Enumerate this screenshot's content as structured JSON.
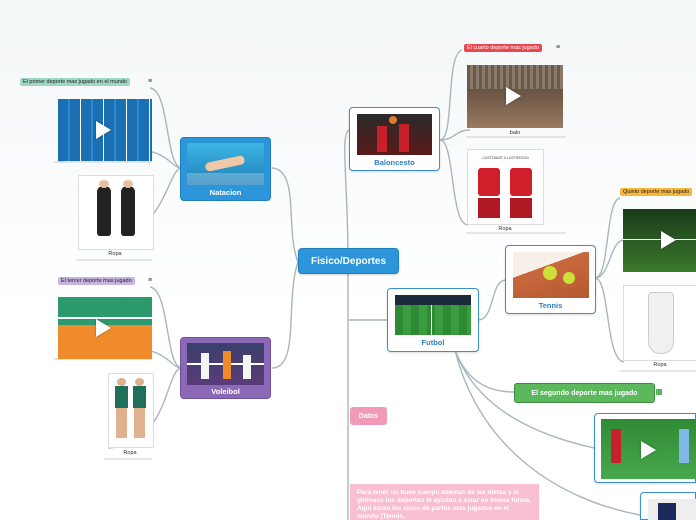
{
  "central": {
    "label": "Fisico/Deportes"
  },
  "natacion": {
    "label": "Natacion",
    "tag": "El primer deporte mas jugado en el mundo",
    "ropa": "Ropa"
  },
  "voleibol": {
    "label": "Voleibol",
    "tag": "El tercer deporte mas jugado",
    "ropa": "Ropa"
  },
  "baloncesto": {
    "label": "Baloncesto",
    "tag": "El cuarto deporte mas jugado",
    "video_label": "balo",
    "ropa": "Ropa",
    "illustration_text": "CUSTOMIZE ILLUSTRATION"
  },
  "tennis": {
    "label": "Tennis",
    "tag": "Quinto deporte mas jugado",
    "ropa": "Ropa"
  },
  "futbol": {
    "label": "Futbol",
    "segundo": "El segundo deporte mas jugado"
  },
  "datos": {
    "label": "Datos"
  },
  "note": {
    "text": "Para tener un buen cuerpo ademas de las dietas y el gimnaso los deportes te ayudan a estar en buena forma. Aqui estan los cinco de partes mas jugados en el mundo (Tennis,"
  },
  "colors": {
    "blue": "#2d95d9",
    "purple": "#8b69b6",
    "green": "#5cb85c",
    "pink": "#f09ab8",
    "tag_red": "#e8484f",
    "tag_green": "#9fd6c4",
    "tag_lavender": "#c7b3df",
    "tag_orange": "#f6b73c"
  },
  "icons": {
    "menu": "≡",
    "play": "play-icon"
  }
}
